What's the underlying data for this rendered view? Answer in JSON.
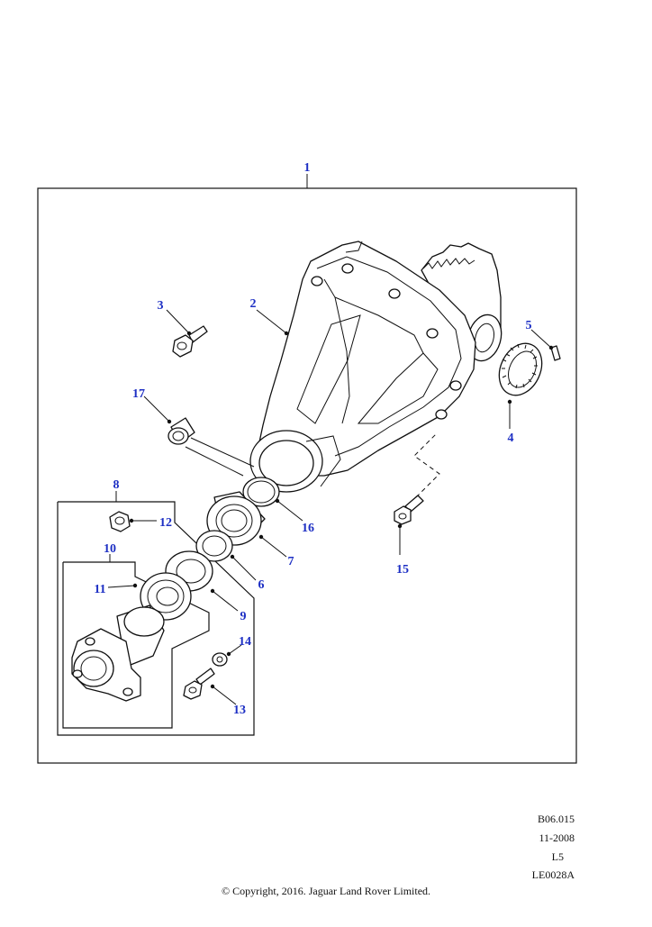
{
  "callouts": {
    "c1": "1",
    "c2": "2",
    "c3": "3",
    "c4": "4",
    "c5": "5",
    "c6": "6",
    "c7": "7",
    "c8": "8",
    "c9": "9",
    "c10": "10",
    "c11": "11",
    "c12": "12",
    "c13": "13",
    "c14": "14",
    "c15": "15",
    "c16": "16",
    "c17": "17"
  },
  "footer": {
    "ref_code": "B06.015",
    "date": "11-2008",
    "level": "L5",
    "diagram_id": "LE0028A",
    "copyright": "© Copyright, 2016. Jaguar Land Rover Limited."
  },
  "colors": {
    "callout_text": "#1d2fc4",
    "line_art": "#111111"
  }
}
